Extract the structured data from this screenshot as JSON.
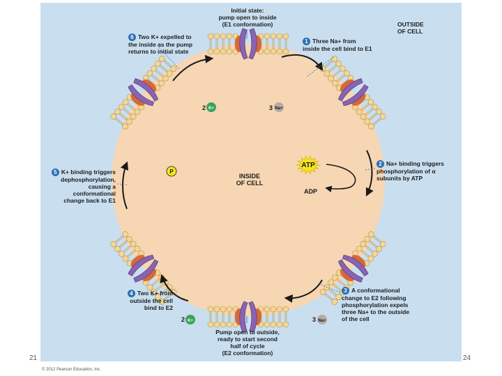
{
  "captions": {
    "initial_state": "Initial state:\npump open to inside\n(E1 conformation)",
    "outside_cell": "OUTSIDE\nOF CELL",
    "inside_cell": "INSIDE\nOF CELL",
    "step1_num": "1",
    "step1": "Three Na+ from\ninside the cell bind to E1",
    "step2_num": "2",
    "step2": "Na+ binding triggers\nphosphorylation of α\nsubunits by ATP",
    "step3_num": "3",
    "step3": "A conformational\nchange to E2 following\nphosphorylation expels\nthree Na+ to the outside\nof the cell",
    "step4_num": "4",
    "step4": "Two K+ from\noutside the cell\nbind to E2",
    "step5_num": "5",
    "step5": "K+ binding triggers\ndephosphorylation,\ncausing a\nconformational\nchange back to E1",
    "step6_num": "6",
    "step6": "Two K+ expelled to\nthe inside as the pump\nreturns to initial state",
    "bottom": "Pump open to outside,\nready to start second\nhalf of cycle\n(E2 conformation)"
  },
  "labels": {
    "atp": "ATP",
    "adp": "ADP",
    "phosphate": "P",
    "na": "Na+",
    "k": "K+",
    "three_na": "3",
    "two_k": "2"
  },
  "footer": {
    "page_left": "21",
    "page_right": "24",
    "copyright": "© 2012 Pearson Education, Inc."
  },
  "colors": {
    "background": "#c9dff0",
    "cell_interior": "#f6d6b3",
    "membrane": "#f2d79a",
    "pump_purple": "#8a64b0",
    "subunit_orange": "#d6683a",
    "atp_yellow": "#f5e620",
    "potassium_green": "#3aa35a",
    "sodium_gray": "#b5aba6",
    "arrow": "#1a1a1a",
    "step_badge": "#2d6fb4"
  }
}
